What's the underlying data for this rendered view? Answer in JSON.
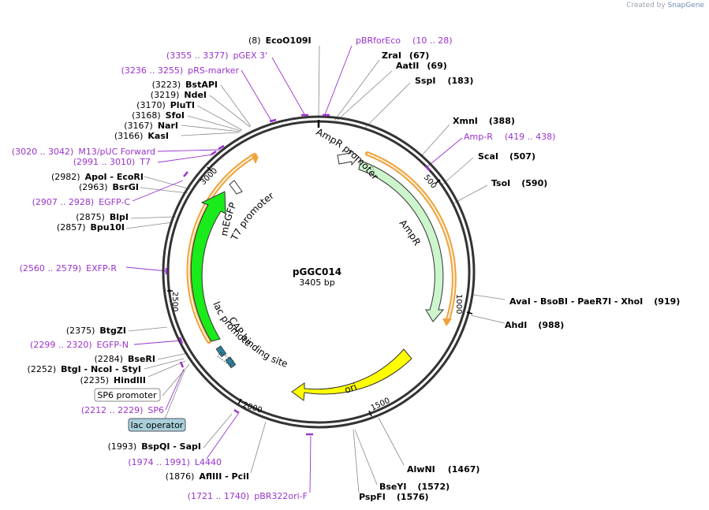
{
  "credit": {
    "prefix": "Created by",
    "brand": "SnapGene"
  },
  "plasmid": {
    "name": "pGGC014",
    "size": "3405 bp"
  },
  "ticks": [
    "500",
    "1000",
    "1500",
    "2000",
    "2500",
    "3000"
  ],
  "features": {
    "ampr_promoter": "AmpR promoter",
    "ampr": "AmpR",
    "ori": "ori",
    "megfp": "mEGFP",
    "t7_promoter": "T7 promoter",
    "lac_promoter": "lac promoter",
    "cap_site": "CAP binding site"
  },
  "boxed_labels": {
    "sp6_promoter": "SP6 promoter",
    "lac_operator": "lac operator"
  },
  "sites": [
    {
      "pos": "(8)",
      "name": "EcoO109I"
    },
    {
      "name": "ZraI",
      "pos": "(67)"
    },
    {
      "name": "AatII",
      "pos": "(69)"
    },
    {
      "name": "SspI",
      "pos": "(183)"
    },
    {
      "name": "XmnI",
      "pos": "(388)"
    },
    {
      "name": "ScaI",
      "pos": "(507)"
    },
    {
      "name": "TsoI",
      "pos": "(590)"
    },
    {
      "name": "AvaI - BsoBI - PaeR7I - XhoI",
      "pos": "(919)"
    },
    {
      "name": "AhdI",
      "pos": "(988)"
    },
    {
      "name": "AlwNI",
      "pos": "(1467)"
    },
    {
      "name": "BseYI",
      "pos": "(1572)"
    },
    {
      "name": "PspFI",
      "pos": "(1576)"
    },
    {
      "pos": "(1876)",
      "name": "AflIII - PciI"
    },
    {
      "pos": "(1993)",
      "name": "BspQI - SapI"
    },
    {
      "pos": "(2235)",
      "name": "HindIII"
    },
    {
      "pos": "(2252)",
      "name": "BtgI - NcoI - StyI"
    },
    {
      "pos": "(2284)",
      "name": "BseRI"
    },
    {
      "pos": "(2375)",
      "name": "BtgZI"
    },
    {
      "pos": "(2857)",
      "name": "Bpu10I"
    },
    {
      "pos": "(2875)",
      "name": "BlpI"
    },
    {
      "pos": "(2963)",
      "name": "BsrGI"
    },
    {
      "pos": "(2982)",
      "name": "ApoI - EcoRI"
    },
    {
      "pos": "(3166)",
      "name": "KasI"
    },
    {
      "pos": "(3167)",
      "name": "NarI"
    },
    {
      "pos": "(3168)",
      "name": "SfoI"
    },
    {
      "pos": "(3170)",
      "name": "PluTI"
    },
    {
      "pos": "(3219)",
      "name": "NdeI"
    },
    {
      "pos": "(3223)",
      "name": "BstAPI"
    }
  ],
  "primers": [
    {
      "name": "pBRforEco",
      "range": "(10 .. 28)"
    },
    {
      "name": "Amp-R",
      "range": "(419 .. 438)"
    },
    {
      "name": "pBR322ori-F",
      "range": "(1721 .. 1740)"
    },
    {
      "name": "L4440",
      "range": "(1974 .. 1991)"
    },
    {
      "name": "SP6",
      "range": "(2212 .. 2229)"
    },
    {
      "name": "EGFP-N",
      "range": "(2299 .. 2320)"
    },
    {
      "name": "EXFP-R",
      "range": "(2560 .. 2579)"
    },
    {
      "name": "EGFP-C",
      "range": "(2907 .. 2928)"
    },
    {
      "name": "T7",
      "range": "(2991 .. 3010)"
    },
    {
      "name": "M13/pUC Forward",
      "range": "(3020 .. 3042)"
    },
    {
      "name": "pRS-marker",
      "range": "(3236 .. 3255)"
    },
    {
      "name": "pGEX 3'",
      "range": "(3355 .. 3377)"
    }
  ],
  "colors": {
    "backbone": "#333333",
    "primer": "#9933cc",
    "ampr_fill": "#ccf5cc",
    "megfp_fill": "#1aeb1a",
    "ori_fill": "#ffff00",
    "operator": "#2a7f9f",
    "box_lac_operator": "#a8cfd9",
    "orange_strand": "#f0a23c"
  }
}
